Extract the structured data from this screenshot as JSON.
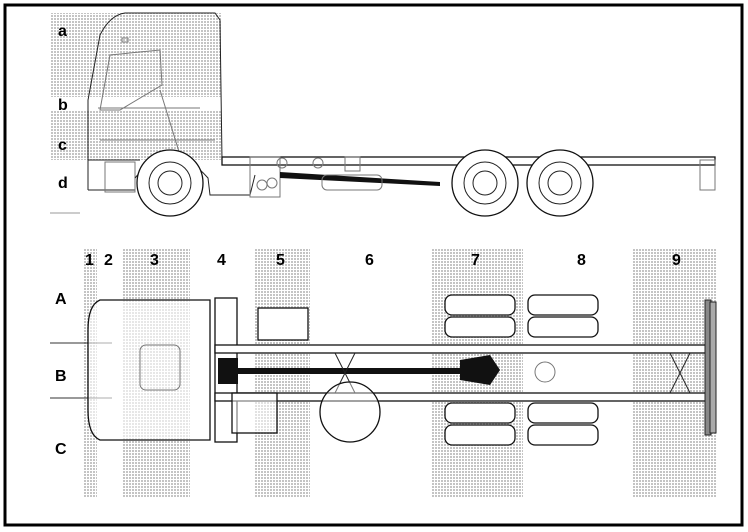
{
  "side_view": {
    "row_labels": [
      "a",
      "b",
      "c",
      "d"
    ]
  },
  "top_view": {
    "column_labels": [
      "1",
      "2",
      "3",
      "4",
      "5",
      "6",
      "7",
      "8",
      "9"
    ],
    "row_labels": [
      "A",
      "B",
      "C"
    ]
  },
  "colors": {
    "shading": "#bdbdbd",
    "line": "#222222",
    "border": "#000000"
  }
}
